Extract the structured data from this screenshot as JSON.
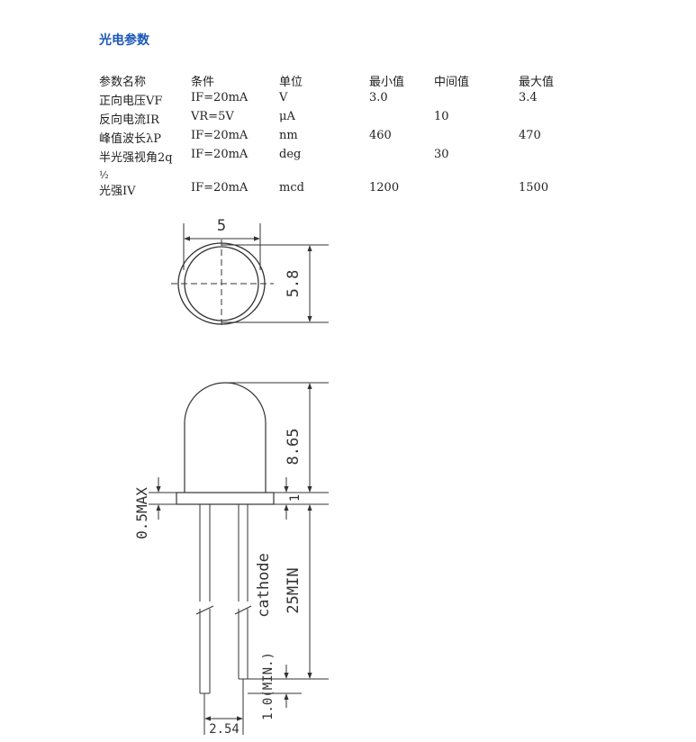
{
  "heading": "光电参数",
  "table": {
    "headers": [
      "参数名称",
      "条件",
      "单位",
      "最小值",
      "中间值",
      "最大值"
    ],
    "rows": [
      [
        "正向电压VF",
        "IF=20mA",
        "V",
        "3.0",
        "",
        "3.4"
      ],
      [
        "反向电流IR",
        "VR=5V",
        "μA",
        "",
        "10",
        ""
      ],
      [
        "峰值波长λP",
        "IF=20mA",
        "nm",
        "460",
        "",
        "470"
      ],
      [
        "半光强视角2q",
        "IF=20mA",
        "deg",
        "",
        "30",
        ""
      ],
      [
        "光强IV",
        "IF=20mA",
        "mcd",
        "1200",
        "",
        "1500"
      ]
    ],
    "wrap_fragment": "½"
  },
  "drawing": {
    "top_width": "5",
    "top_height": "5.8",
    "body_height": "8.65",
    "flange_height": "1",
    "flange_offset": "0.5MAX",
    "lead_label": "cathode",
    "lead_length": "25MIN",
    "lead_end": "1.0(MIN.)",
    "lead_spacing": "2.54"
  }
}
